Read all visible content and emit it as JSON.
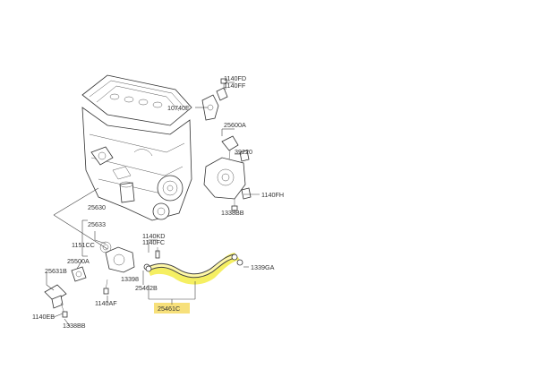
{
  "labels": {
    "p1140FD": "1140FD",
    "p1140FF": "1140FF",
    "p10740E": "10740E",
    "p25600A": "25600A",
    "p39220": "39220",
    "p1140FH": "1140FH",
    "p1338BB_top": "1338BB",
    "p25630": "25630",
    "p25633": "25633",
    "p1151CC": "1151CC",
    "p25500A": "25500A",
    "p25631B": "25631B",
    "p1140EB": "1140EB",
    "p1338BB_bottom": "1338BB",
    "p13398": "13398",
    "p1140AF": "1140AF",
    "p1140KD": "1140KD",
    "p1140FC": "1140FC",
    "p25462B": "25462B",
    "p25461C": "25461C",
    "p1339GA": "1339GA"
  },
  "highlight": {
    "color": "#f2ea2e",
    "label_fill": "#f7e07a"
  }
}
